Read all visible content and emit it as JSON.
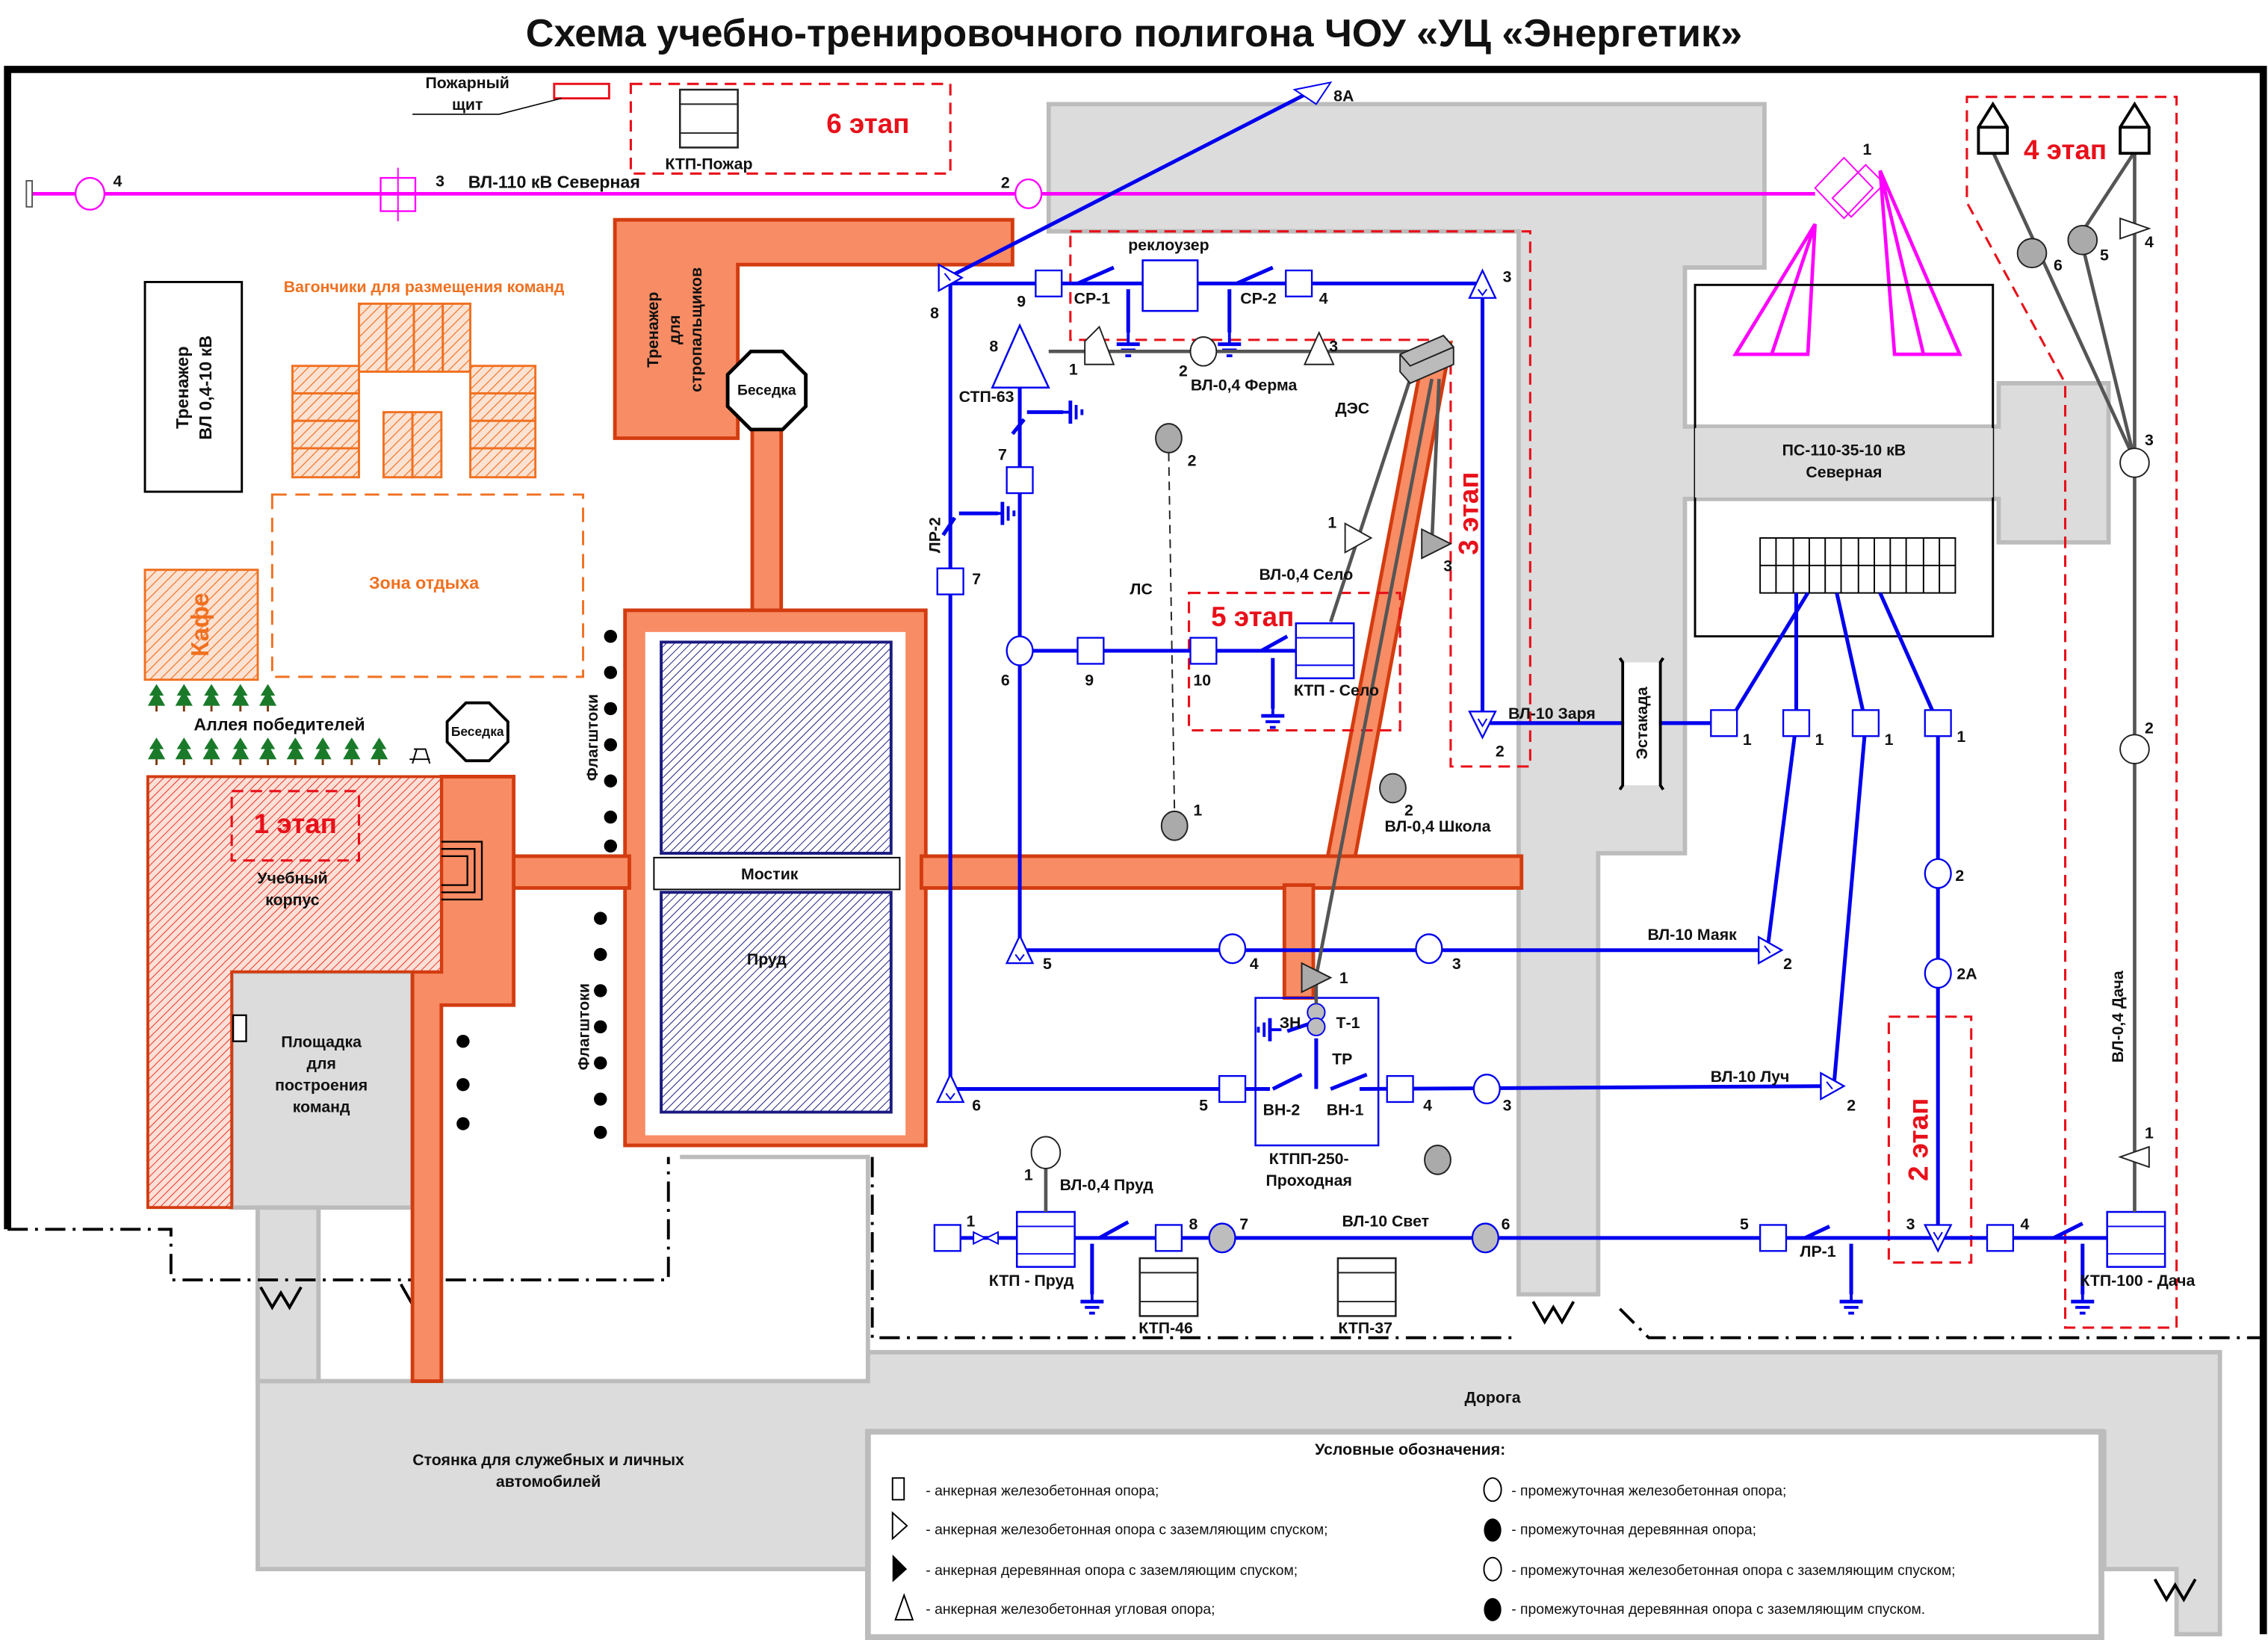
{
  "title": "Схема учебно-тренировочного полигона ЧОУ «УЦ «Энергетик»",
  "colors": {
    "line_10kv": "#0000ee",
    "line_110kv": "#ff00ff",
    "line_04kv": "#555555",
    "stage": "#e8101a",
    "path": "#f88c64",
    "road": "#dcdcdc",
    "pond": "#1a1a80"
  },
  "areas": {
    "fire_board_1": "Пожарный",
    "fire_board_2": "щит",
    "trainer_vl_1": "Тренажер",
    "trainer_vl_2": "ВЛ 0,4-10 кВ",
    "wagons": "Вагончики для размещения команд",
    "rest_zone": "Зона отдыха",
    "cafe": "Кафе",
    "alley": "Аллея победителей",
    "gazebo": "Беседка",
    "slinger_1": "Тренажер",
    "slinger_2": "для",
    "slinger_3": "стропальщиков",
    "flagpoles": "Флагштоки",
    "bridge": "Мостик",
    "pond": "Пруд",
    "school_1": "Учебный",
    "school_2": "корпус",
    "square_1": "Площадка",
    "square_2": "для",
    "square_3": "построения",
    "square_4": "команд",
    "parking_1": "Стоянка для служебных и личных",
    "parking_2": "автомобилей",
    "road": "Дорога",
    "overpass": "Эстакада",
    "substation_1": "ПС-110-35-10 кВ",
    "substation_2": "Северная"
  },
  "stages": {
    "s1": "1 этап",
    "s2": "2 этап",
    "s3": "3 этап",
    "s4": "4 этап",
    "s5": "5 этап",
    "s6": "6 этап"
  },
  "lines": {
    "vl110": "ВЛ-110 кВ Северная",
    "ferma": "ВЛ-0,4 Ферма",
    "selo": "ВЛ-0,4 Село",
    "shkola": "ВЛ-0,4 Школа",
    "zarya": "ВЛ-10 Заря",
    "mayak": "ВЛ-10 Маяк",
    "luch": "ВЛ-10 Луч",
    "prud": "ВЛ-0,4 Пруд",
    "svet": "ВЛ-10 Свет",
    "dacha": "ВЛ-0,4 Дача"
  },
  "equipment": {
    "ktp_fire": "КТП-Пожар",
    "recloser": "реклоузер",
    "sr1": "СР-1",
    "sr2": "СР-2",
    "stp": "СТП-63",
    "des": "ДЭС",
    "ls": "ЛС",
    "lr2": "ЛР-2",
    "lr1": "ЛР-1",
    "ktp_selo": "КТП - Село",
    "ktpp_1": "КТПП-250-",
    "ktpp_2": "Проходная",
    "zn": "ЗН",
    "t1": "Т-1",
    "tr": "ТР",
    "vn2": "ВН-2",
    "vn1": "ВН-1",
    "ktp_prud": "КТП - Пруд",
    "ktp46": "КТП-46",
    "ktp37": "КТП-37",
    "ktp100": "КТП-100 - Дача"
  },
  "poles": [
    "4",
    "3",
    "2",
    "1",
    "8",
    "9",
    "4",
    "3",
    "8",
    "1",
    "2",
    "3",
    "7",
    "7",
    "2",
    "1",
    "3",
    "6",
    "9",
    "10",
    "2",
    "1",
    "1",
    "1",
    "1",
    "2",
    "1",
    "5",
    "4",
    "3",
    "2",
    "1",
    "6",
    "5",
    "4",
    "3",
    "2",
    "2",
    "2А",
    "1",
    "1",
    "8",
    "7",
    "6",
    "5",
    "3",
    "4",
    "8А",
    "6",
    "5",
    "4",
    "3",
    "2",
    "1"
  ],
  "legend": {
    "title": "Условные обозначения:",
    "items": [
      "- анкерная железобетонная опора;",
      "- анкерная железобетонная опора с заземляющим спуском;",
      "- анкерная деревянная опора с заземляющим спуском;",
      "- анкерная железобетонная угловая опора;",
      "- промежуточная железобетонная опора;",
      "- промежуточная деревянная опора;",
      "- промежуточная железобетонная опора с заземляющим спуском;",
      "- промежуточная деревянная опора с заземляющим спуском."
    ]
  }
}
